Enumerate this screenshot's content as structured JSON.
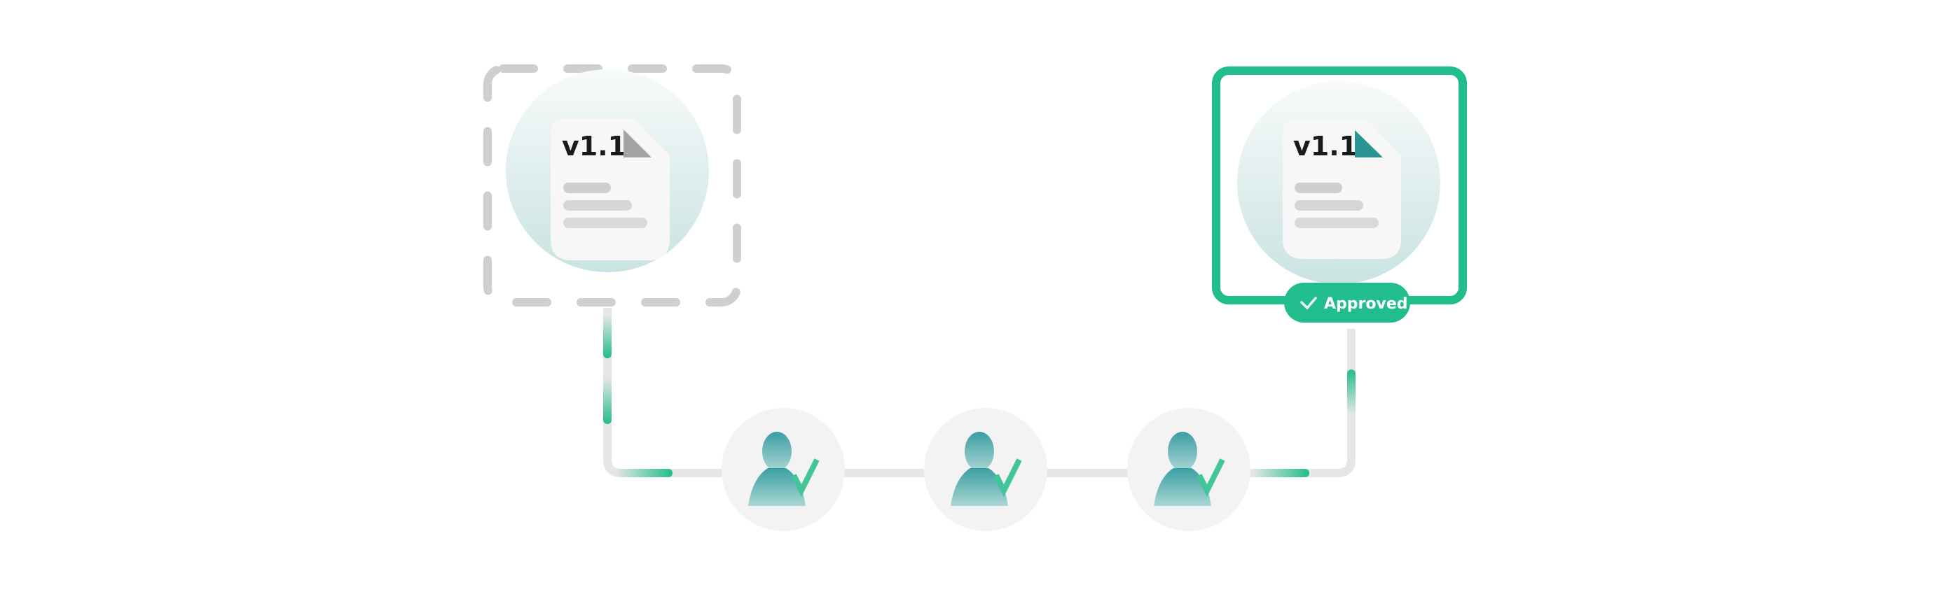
{
  "draft_document": {
    "version_label": "v1.1",
    "state": "pending"
  },
  "approved_document": {
    "version_label": "v1.1",
    "status_badge": "Approved",
    "badge_icon": "check-icon"
  },
  "reviewers": [
    {
      "icon": "user-check-icon",
      "status": "approved"
    },
    {
      "icon": "user-check-icon",
      "status": "approved"
    },
    {
      "icon": "user-check-icon",
      "status": "approved"
    }
  ],
  "colors": {
    "accent": "#22BD8C",
    "teal": "#2A9393",
    "connector": "#E6E6E6",
    "dash": "#CFCFCF"
  }
}
